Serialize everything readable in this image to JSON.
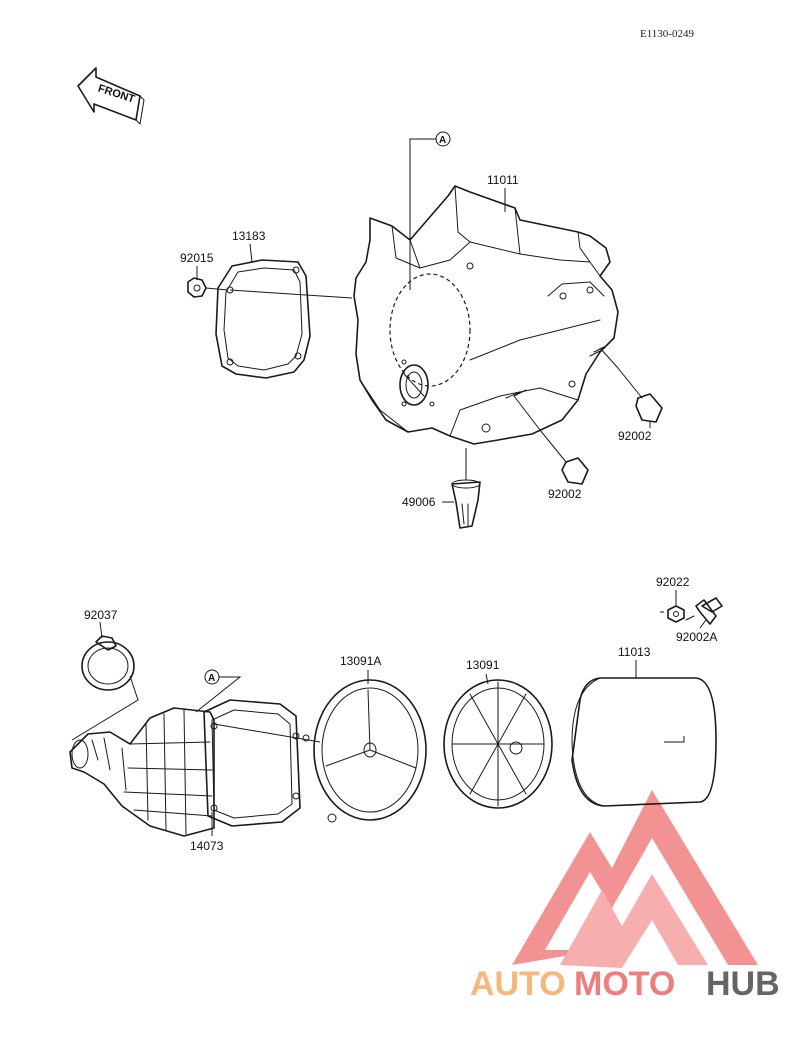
{
  "diagram_code": "E1130-0249",
  "front_label": "FRONT",
  "reference_mark": "A",
  "parts": {
    "p11011": "11011",
    "p13183": "13183",
    "p92015": "92015",
    "p92002_right": "92002",
    "p92002_bottom": "92002",
    "p49006": "49006",
    "p92037": "92037",
    "p14073": "14073",
    "p13091A": "13091A",
    "p13091": "13091",
    "p11013": "11013",
    "p92022": "92022",
    "p92002A": "92002A"
  },
  "watermark": {
    "auto": "AUTO",
    "moto": "MOTO",
    "hub": "HUB",
    "logo_color": "#f08080"
  }
}
